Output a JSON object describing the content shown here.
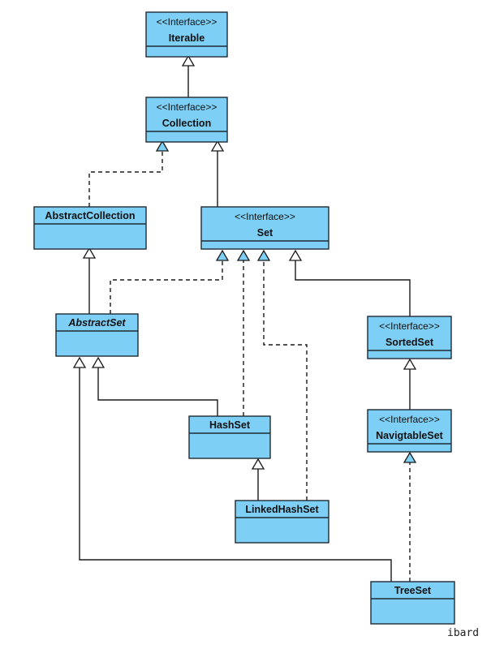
{
  "diagram": {
    "classes": [
      {
        "id": "Iterable",
        "stereotype": "<<Interface>>",
        "name": "Iterable",
        "abstract": false
      },
      {
        "id": "Collection",
        "stereotype": "<<Interface>>",
        "name": "Collection",
        "abstract": false
      },
      {
        "id": "AbstractCollection",
        "stereotype": "",
        "name": "AbstractCollection",
        "abstract": false
      },
      {
        "id": "Set",
        "stereotype": "<<Interface>>",
        "name": "Set",
        "abstract": false
      },
      {
        "id": "AbstractSet",
        "stereotype": "",
        "name": "AbstractSet",
        "abstract": true
      },
      {
        "id": "SortedSet",
        "stereotype": "<<Interface>>",
        "name": "SortedSet",
        "abstract": false
      },
      {
        "id": "HashSet",
        "stereotype": "",
        "name": "HashSet",
        "abstract": false
      },
      {
        "id": "NavigableSet",
        "stereotype": "<<Interface>>",
        "name": "NavigtableSet",
        "abstract": false
      },
      {
        "id": "LinkedHashSet",
        "stereotype": "",
        "name": "LinkedHashSet",
        "abstract": false
      },
      {
        "id": "TreeSet",
        "stereotype": "",
        "name": "TreeSet",
        "abstract": false
      }
    ],
    "relations": [
      {
        "from": "Collection",
        "to": "Iterable",
        "kind": "generalization"
      },
      {
        "from": "AbstractCollection",
        "to": "Collection",
        "kind": "realization"
      },
      {
        "from": "Set",
        "to": "Collection",
        "kind": "generalization"
      },
      {
        "from": "AbstractSet",
        "to": "AbstractCollection",
        "kind": "generalization"
      },
      {
        "from": "AbstractSet",
        "to": "Set",
        "kind": "realization"
      },
      {
        "from": "HashSet",
        "to": "Set",
        "kind": "realization"
      },
      {
        "from": "LinkedHashSet",
        "to": "Set",
        "kind": "realization"
      },
      {
        "from": "SortedSet",
        "to": "Set",
        "kind": "generalization"
      },
      {
        "from": "HashSet",
        "to": "AbstractSet",
        "kind": "generalization"
      },
      {
        "from": "LinkedHashSet",
        "to": "HashSet",
        "kind": "generalization"
      },
      {
        "from": "NavigableSet",
        "to": "SortedSet",
        "kind": "generalization"
      },
      {
        "from": "TreeSet",
        "to": "NavigableSet",
        "kind": "realization"
      },
      {
        "from": "TreeSet",
        "to": "AbstractSet",
        "kind": "generalization"
      }
    ]
  },
  "watermark": "ibard"
}
